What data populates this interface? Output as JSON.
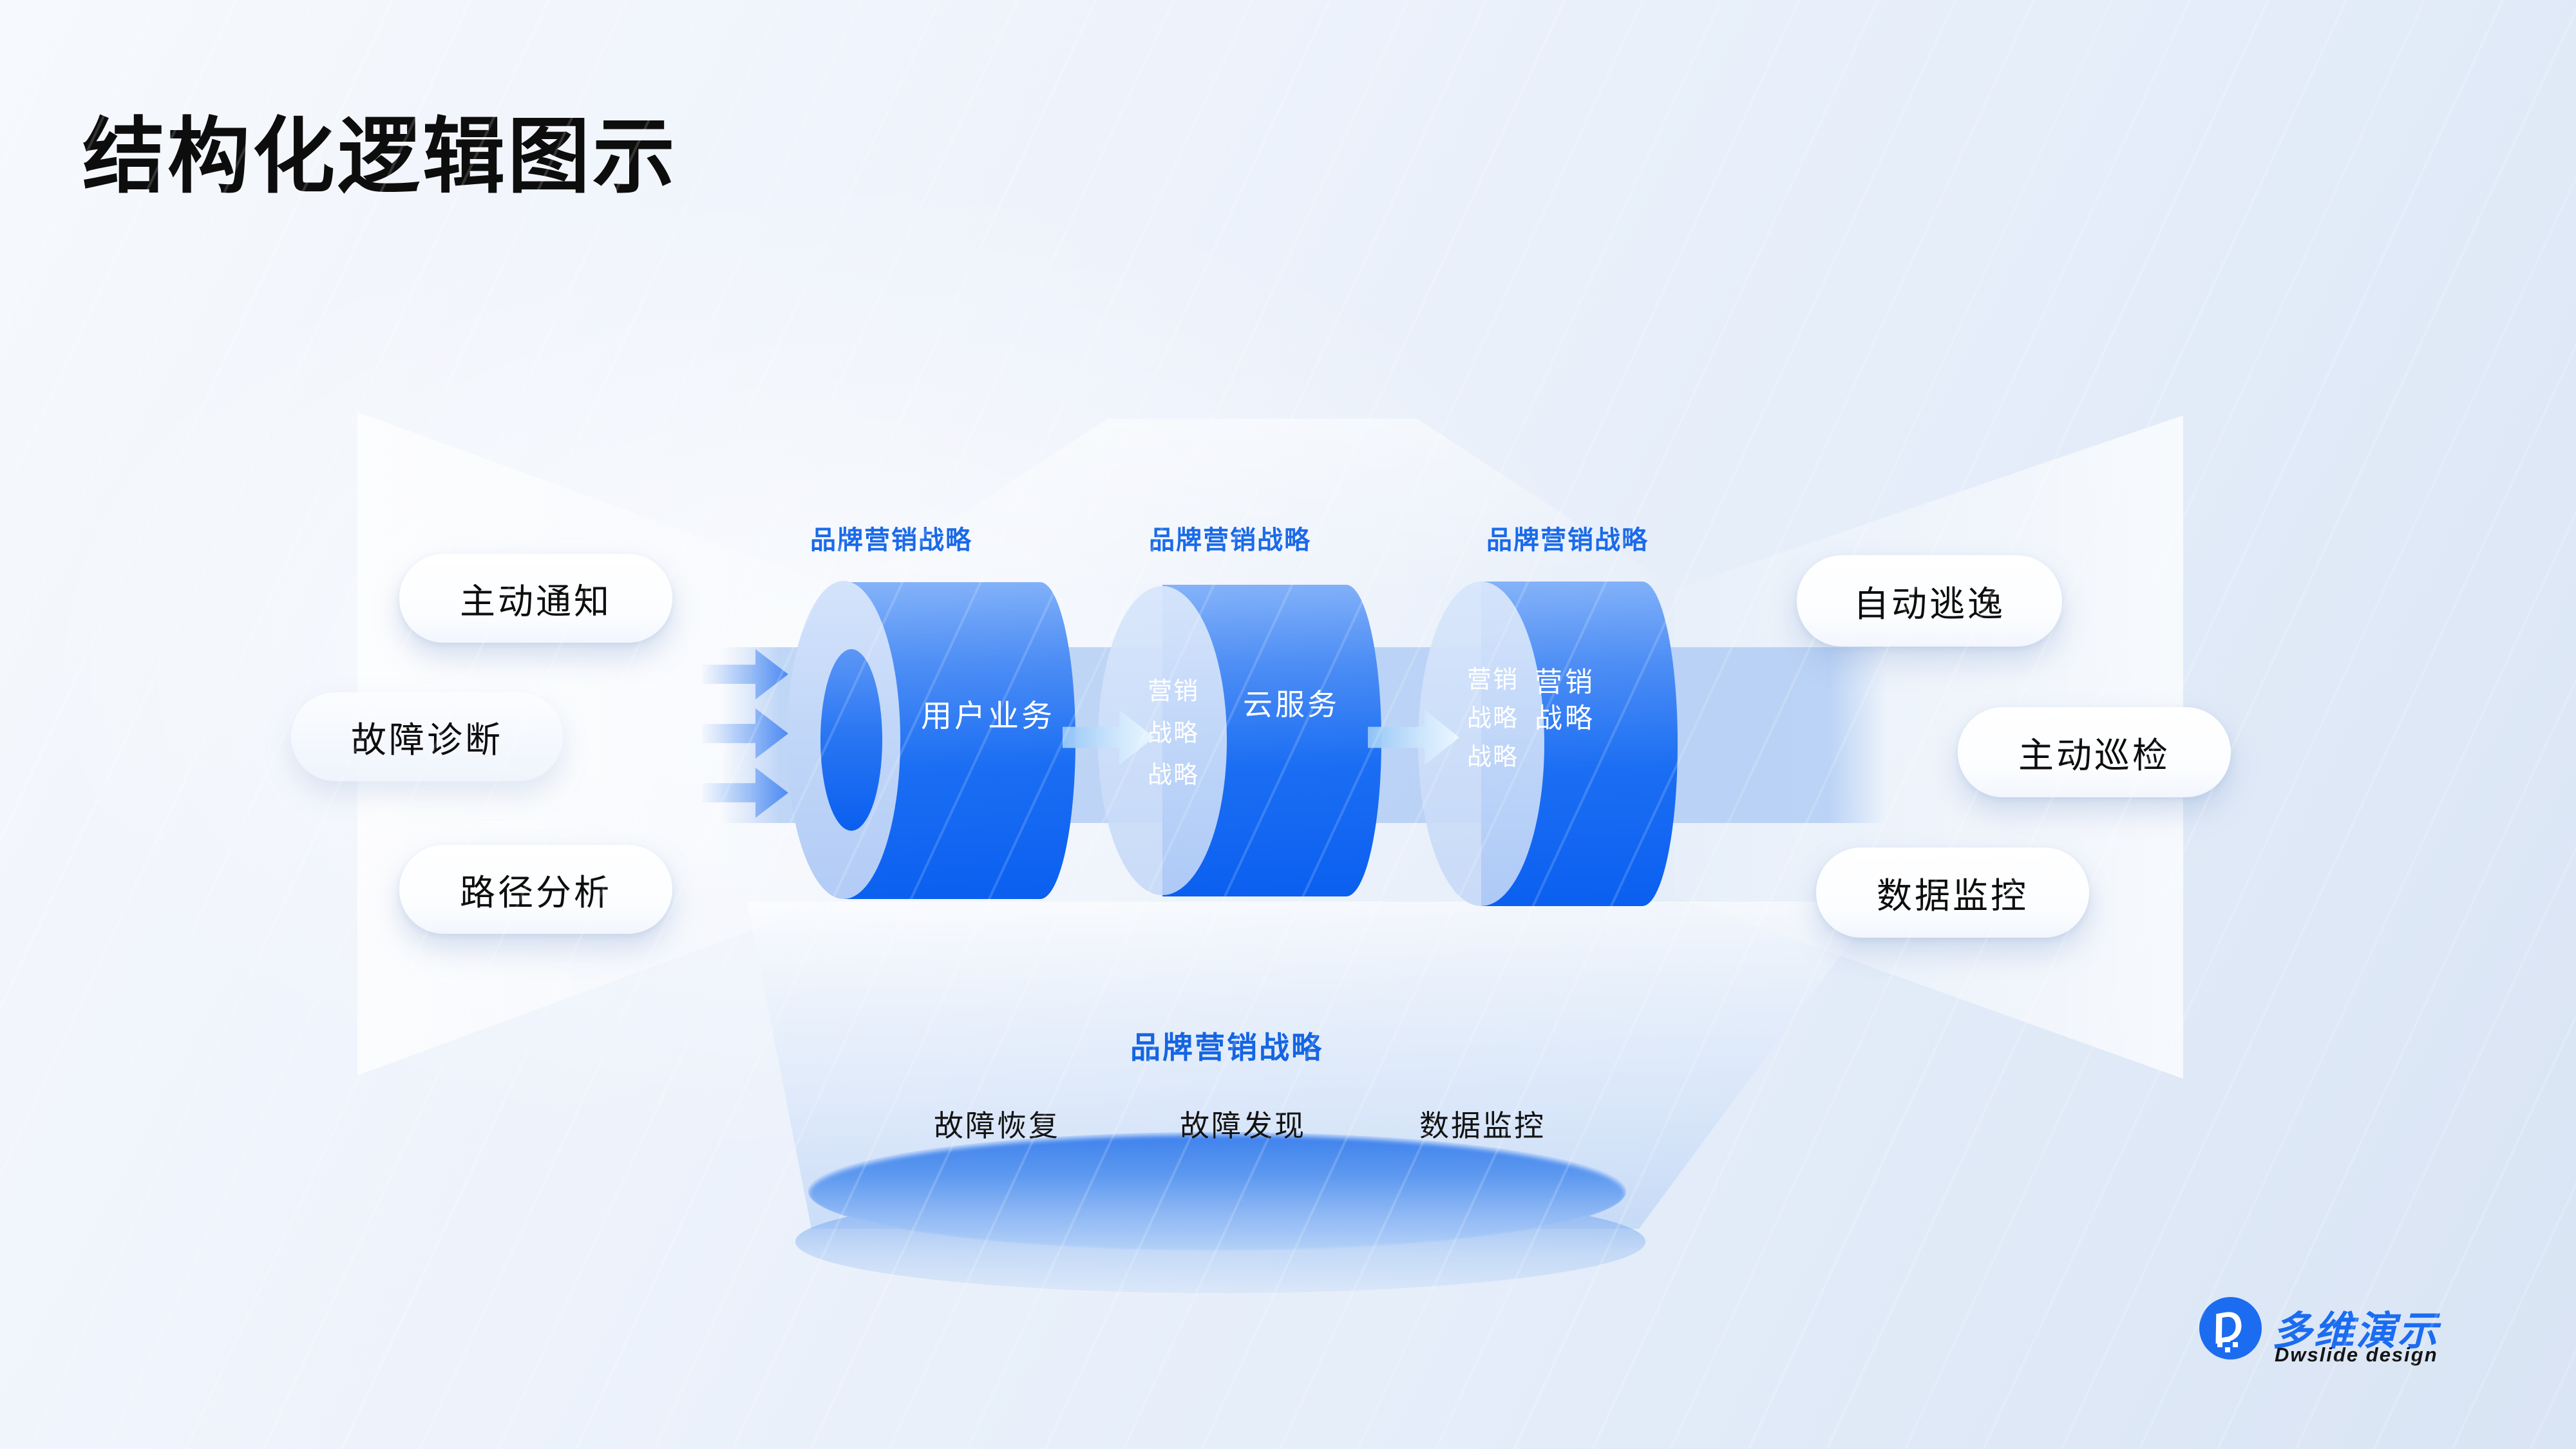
{
  "title": "结构化逻辑图示",
  "colors": {
    "accent_blue": "#1b6ae8",
    "cylinder_blue": "#0c63f2",
    "glass_blue": "#c9dcf8",
    "text_dark": "#111111",
    "white": "#ffffff"
  },
  "left_pills": [
    {
      "label": "主动通知"
    },
    {
      "label": "故障诊断"
    },
    {
      "label": "路径分析"
    }
  ],
  "right_pills": [
    {
      "label": "自动逃逸"
    },
    {
      "label": "主动巡检"
    },
    {
      "label": "数据监控"
    }
  ],
  "cylinders": [
    {
      "top_label": "品牌营销战略",
      "body_text": "用户业务"
    },
    {
      "top_label": "品牌营销战略",
      "body_text": "云服务",
      "face_lines": [
        "营销",
        "战略",
        "战略"
      ]
    },
    {
      "top_label": "品牌营销战略",
      "body_lines": [
        "营销",
        "战略"
      ],
      "face_lines": [
        "营销",
        "战略",
        "战略"
      ]
    }
  ],
  "bottom": {
    "label": "品牌营销战略",
    "items": [
      "故障恢复",
      "故障发现",
      "数据监控"
    ]
  },
  "logo": {
    "mark_letter": "D",
    "brand": "多维演示",
    "tagline": "Dwslide design"
  }
}
